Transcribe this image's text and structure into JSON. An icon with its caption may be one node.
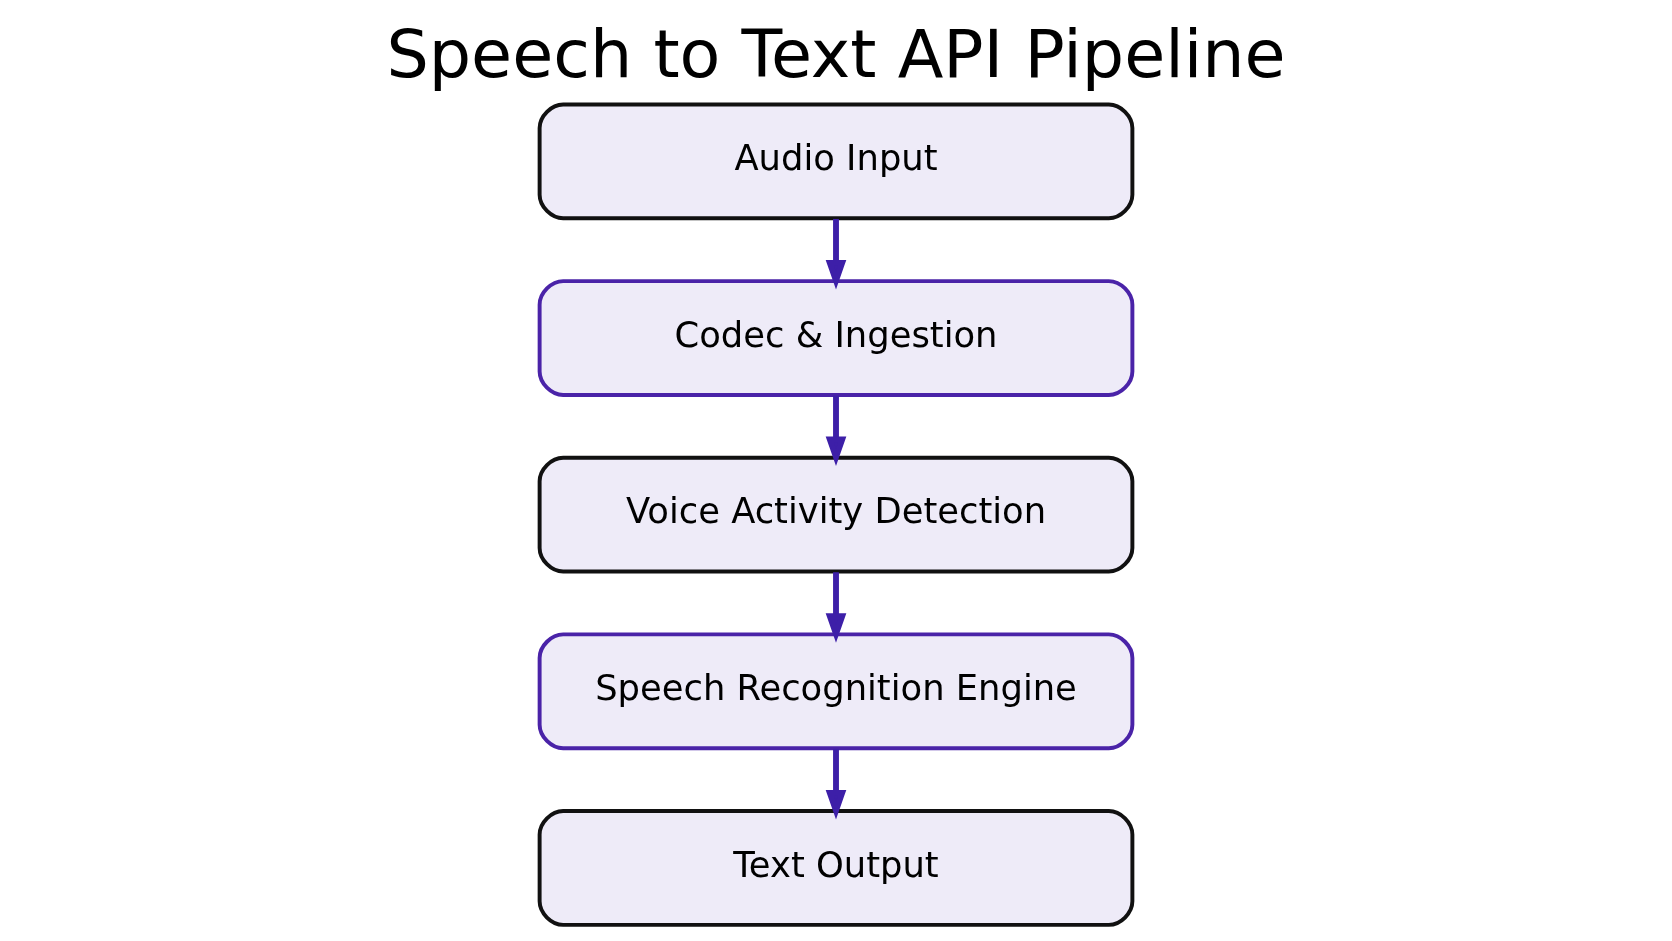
{
  "diagram": {
    "title": "Speech to Text API Pipeline",
    "nodes": [
      {
        "text": [
          "Audio Input"
        ]
      },
      {
        "text": [
          "Codec & Ingestion"
        ]
      },
      {
        "text": [
          "Voice Activity Detection"
        ]
      },
      {
        "text": [
          "Speech Recognition Engine"
        ]
      },
      {
        "text": [
          "Text Output"
        ]
      }
    ],
    "edges": [
      {
        "from": 0,
        "to": 1,
        "arrow": "to"
      },
      {
        "from": 1,
        "to": 2,
        "arrow": "to"
      },
      {
        "from": 2,
        "to": 3,
        "arrow": "to"
      },
      {
        "from": 3,
        "to": 4,
        "arrow": "to"
      }
    ]
  }
}
